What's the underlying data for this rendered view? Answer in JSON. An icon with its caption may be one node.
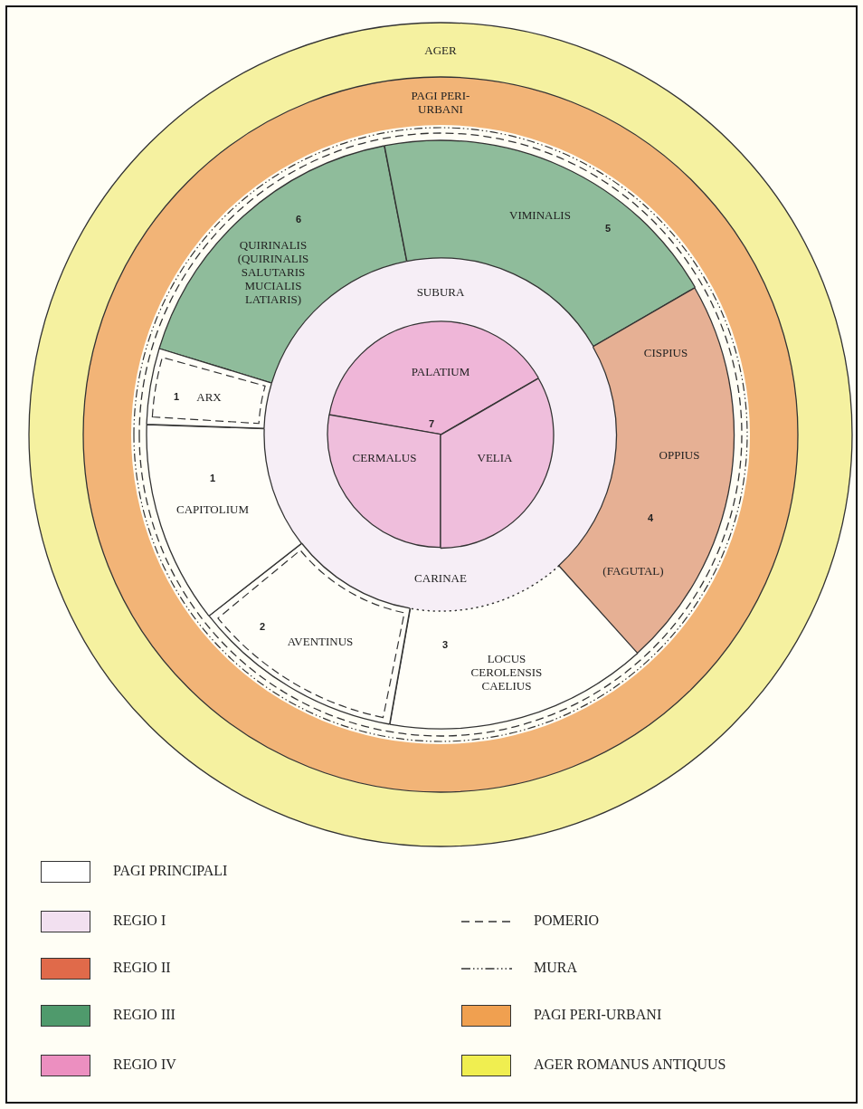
{
  "diagram": {
    "nodes": [
      {
        "text": [
          "AGER"
        ]
      },
      {
        "text": [
          "PAGI PERI- URBANI"
        ],
        "in": 0
      },
      {
        "text": [
          "SUBURA",
          "CARINAE"
        ],
        "in": 1
      },
      {
        "text": [
          "PALATIUM"
        ],
        "in": 2
      },
      {
        "text": [
          "CERMALUS"
        ],
        "in": 2
      },
      {
        "text": [
          "VELIA"
        ],
        "in": 2
      },
      {
        "text": [
          "6",
          "QUIRINALIS (QUIRINALIS SALUTARIS MUCIALIS LATIARIS)"
        ],
        "in": 1
      },
      {
        "text": [
          "VIMINALIS",
          "5"
        ],
        "in": 1
      },
      {
        "text": [
          "CISPIUS",
          "OPPIUS",
          "4",
          "(FAGUTAL)"
        ],
        "in": 1
      },
      {
        "text": [
          "3",
          "LOCUS CEROLENSIS CAELIUS"
        ],
        "in": 1
      },
      {
        "text": [
          "2",
          "AVENTINUS"
        ],
        "in": 1
      },
      {
        "text": [
          "1",
          "CAPITOLIUM"
        ],
        "in": 1
      },
      {
        "text": [
          "1",
          "ARX"
        ],
        "in": 1
      }
    ],
    "labels": [
      "7"
    ],
    "legend": [
      {
        "text": "PAGI PRINCIPALI",
        "color": "#ffffff"
      },
      {
        "text": "REGIO I",
        "color": "#f2e0f0"
      },
      {
        "text": "REGIO II",
        "color": "#e06a4a"
      },
      {
        "text": "REGIO III",
        "color": "#4f9a6c"
      },
      {
        "text": "REGIO IV",
        "color": "#ec8fc0"
      },
      {
        "text": "POMERIO"
      },
      {
        "text": "MURA"
      },
      {
        "text": "PAGI PERI-URBANI",
        "color": "#f0a050"
      },
      {
        "text": "AGER ROMANUS ANTIQUUS",
        "color": "#f0ee50"
      }
    ]
  }
}
